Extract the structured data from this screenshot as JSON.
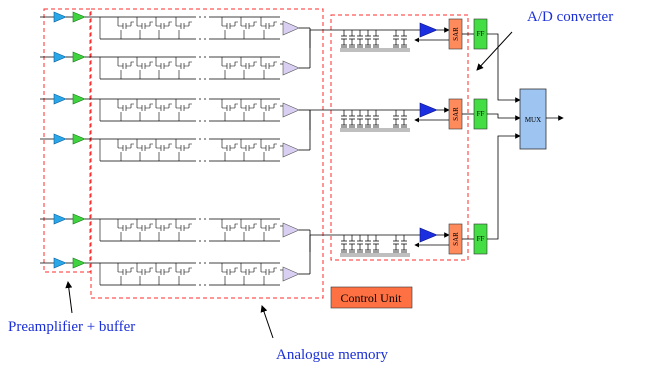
{
  "labels": {
    "ad_converter": "A/D converter",
    "preamplifier": "Preamplifier + buffer",
    "analogue_memory": "Analogue memory",
    "control_unit": "Control Unit",
    "sar": "SAR",
    "ff": "FF",
    "mux": "MUX"
  },
  "colors": {
    "preamp": "#2aa7e6",
    "buffer": "#3fd33f",
    "comparator": "#1b2ee0",
    "sar": "#ff8a5c",
    "ff": "#44dd44",
    "mux": "#9ec5f2",
    "control_unit": "#ff7043",
    "dashed": "#ff2d2d",
    "label_text": "#1a2fd6"
  }
}
